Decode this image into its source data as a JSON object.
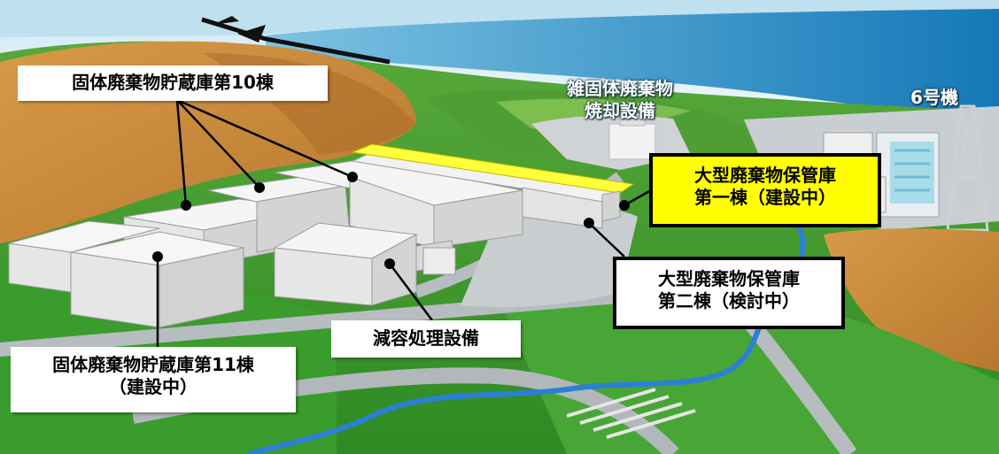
{
  "labels": {
    "storage10": "固体廃棄物貯蔵庫第10棟",
    "incinerator_line1": "雑固体廃棄物",
    "incinerator_line2": "焼却設備",
    "unit6": "6号機",
    "large1_line1": "大型廃棄物保管庫",
    "large1_line2": "第一棟（建設中）",
    "large2_line1": "大型廃棄物保管庫",
    "large2_line2": "第二棟（検討中）",
    "volume_reduction": "減容処理設備",
    "storage11_line1": "固体廃棄物貯蔵庫第11棟",
    "storage11_line2": "（建設中）"
  },
  "colors": {
    "sea": "#1a86c4",
    "sky": "#d8eef8",
    "grass": "#3d9a2c",
    "dirt": "#c98a3a",
    "building": "#ececec",
    "highlight": "#ffff00"
  }
}
